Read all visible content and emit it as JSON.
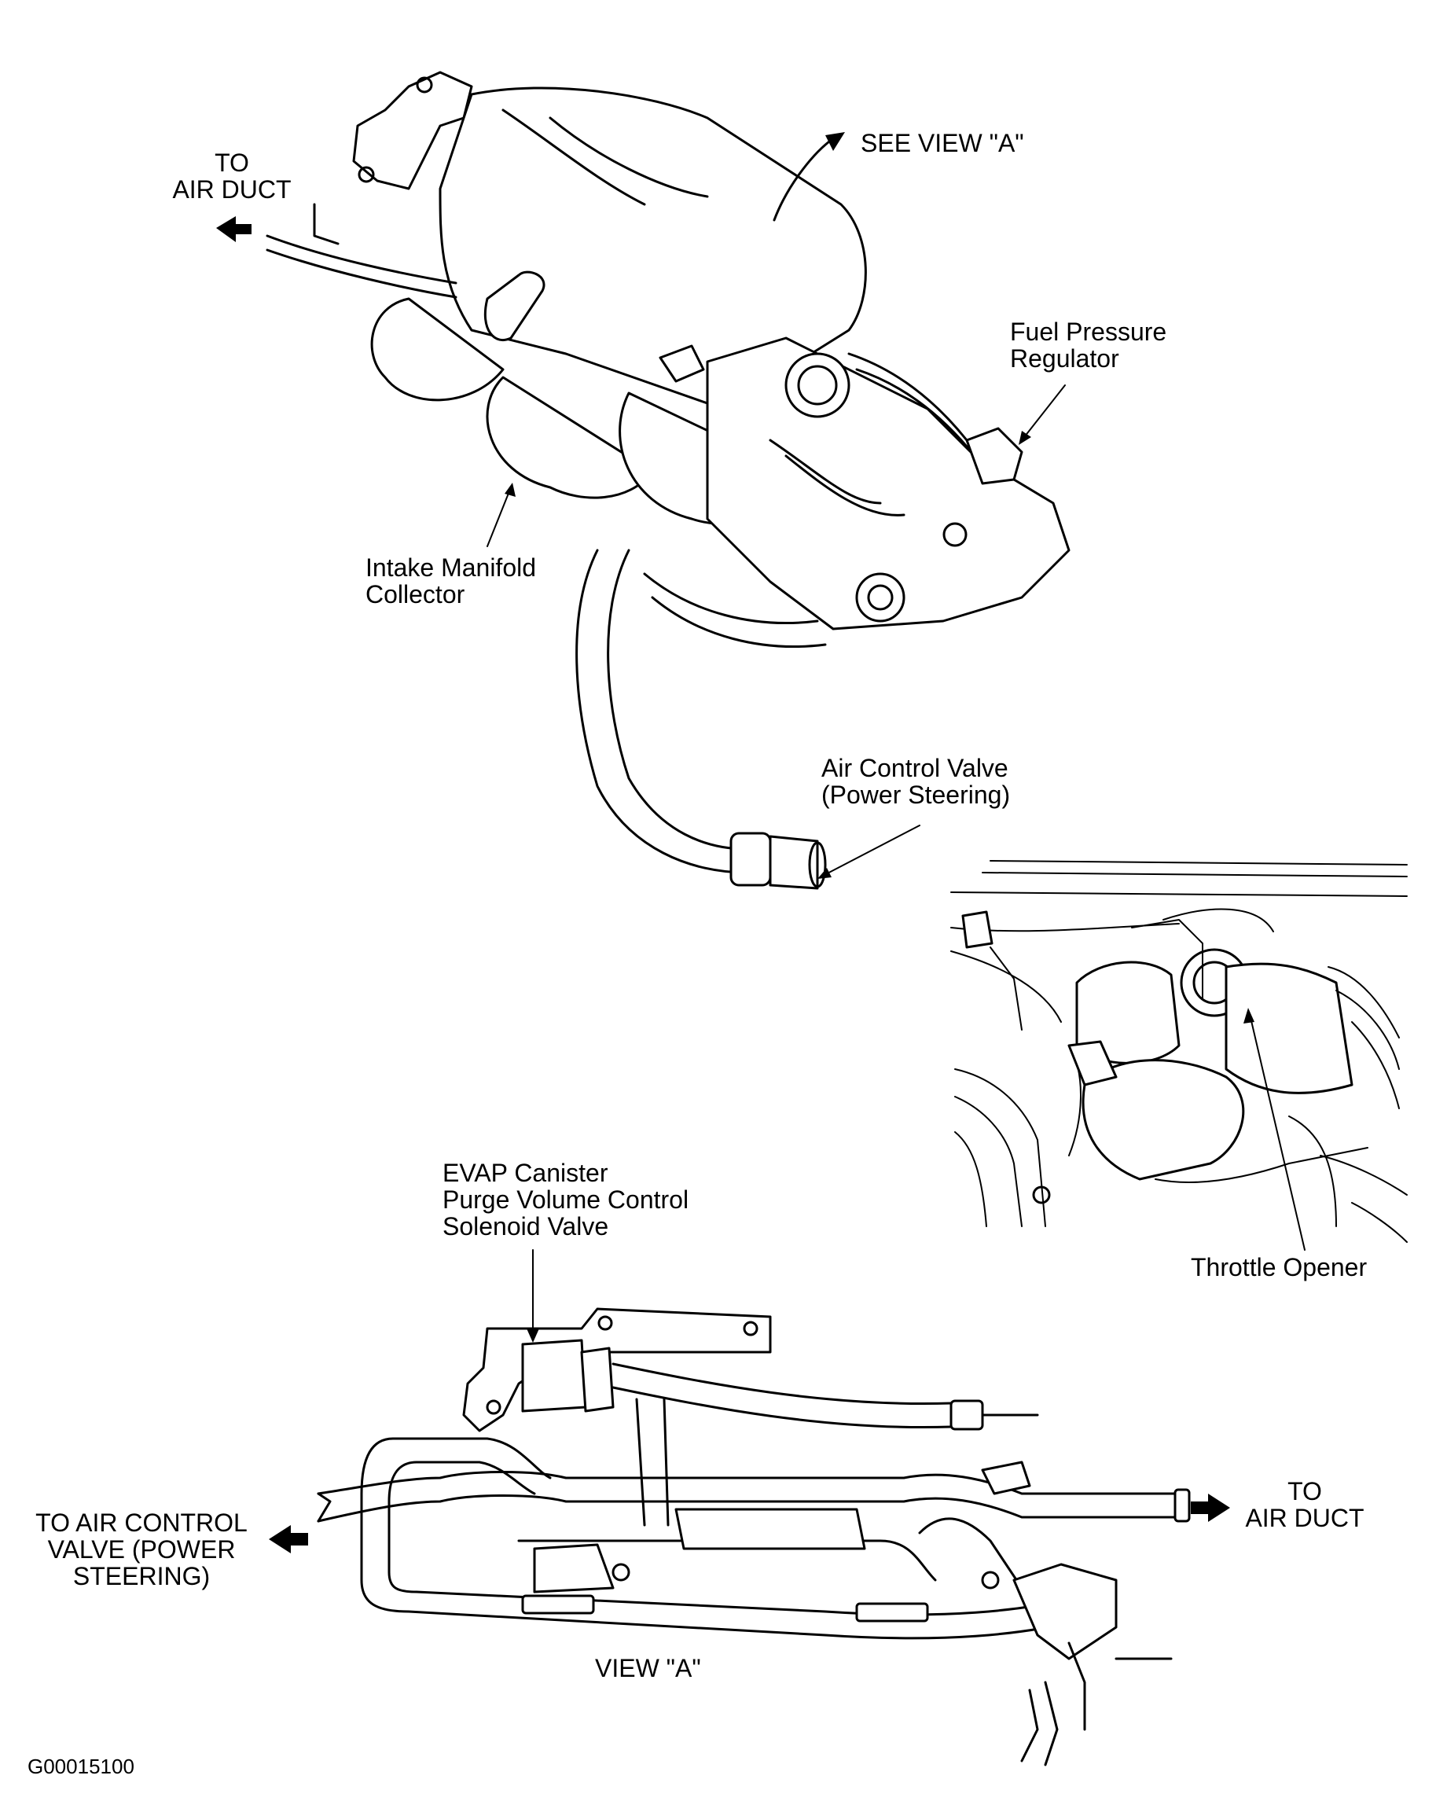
{
  "labels": {
    "to_air_duct_top": "TO\nAIR DUCT",
    "see_view_a": "SEE VIEW \"A\"",
    "fuel_pressure_regulator": "Fuel Pressure\nRegulator",
    "intake_manifold_collector": "Intake Manifold\nCollector",
    "air_control_valve": "Air Control Valve\n(Power Steering)",
    "throttle_opener": "Throttle Opener",
    "evap_canister": "EVAP Canister\nPurge Volume Control\nSolenoid Valve",
    "to_air_control_valve": "TO AIR CONTROL\nVALVE (POWER\nSTEERING)",
    "to_air_duct_bottom": "TO\nAIR DUCT",
    "view_a": "VIEW \"A\"",
    "figure_code": "G00015100"
  }
}
